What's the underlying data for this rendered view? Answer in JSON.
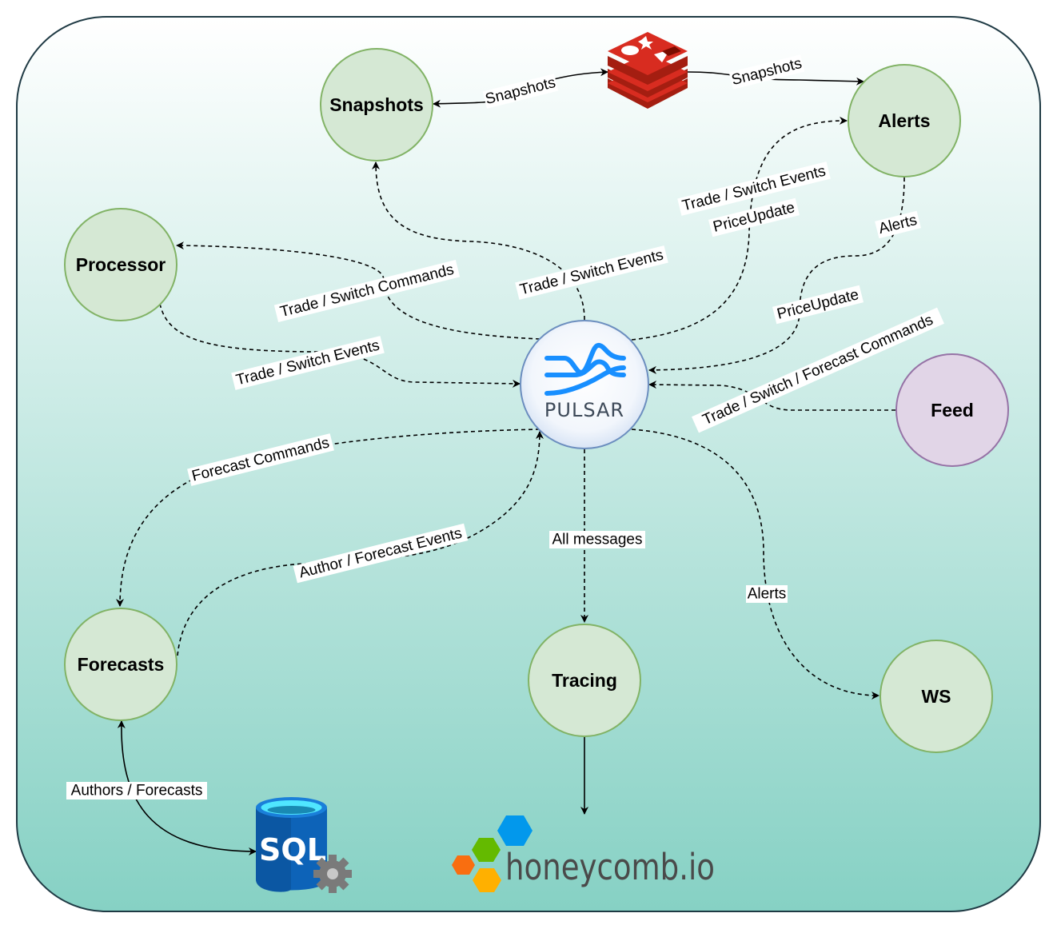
{
  "colors": {
    "service_fill": "#d5e8d4",
    "service_stroke": "#82b366",
    "feed_fill": "#e1d5e7",
    "feed_stroke": "#9673a6",
    "background_top": "#ffffff",
    "background_bottom": "#86d1c4",
    "frame_stroke": "#1f3a44",
    "pulsar_blue": "#188fff",
    "redis_red": "#d82c20",
    "sql_blue": "#0d63b8"
  },
  "nodes": {
    "snapshots": "Snapshots",
    "alerts": "Alerts",
    "processor": "Processor",
    "feed": "Feed",
    "forecasts": "Forecasts",
    "tracing": "Tracing",
    "ws": "WS"
  },
  "logos": {
    "pulsar": "PULSAR",
    "sql": "SQL",
    "honeycomb": "honeycomb.io",
    "redis": "redis-logo"
  },
  "edges": {
    "snapshots_redis": "Snapshots",
    "redis_alerts": "Snapshots",
    "pulsar_snapshots": "Trade / Switch Events",
    "pulsar_alerts_1": "Trade / Switch Events",
    "pulsar_alerts_2": "PriceUpdate",
    "alerts_pulsar_1": "Alerts",
    "alerts_pulsar_2": "PriceUpdate",
    "pulsar_processor": "Trade / Switch Commands",
    "processor_pulsar": "Trade / Switch Events",
    "feed_pulsar": "Trade / Switch / Forecast Commands",
    "pulsar_forecasts": "Forecast Commands",
    "forecasts_pulsar": "Author / Forecast Events",
    "pulsar_tracing": "All messages",
    "pulsar_ws": "Alerts",
    "forecasts_sql": "Authors / Forecasts"
  }
}
